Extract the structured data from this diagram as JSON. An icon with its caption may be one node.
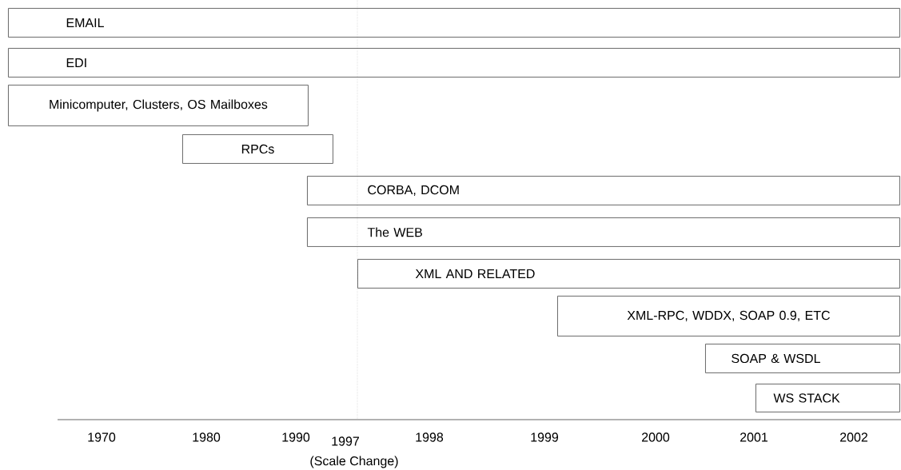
{
  "diagram": {
    "nodes": [
      {
        "text": [
          "EMAIL"
        ]
      },
      {
        "text": [
          "EDI"
        ]
      },
      {
        "text": [
          "Minicomputer, Clusters, OS Mailboxes"
        ]
      },
      {
        "text": [
          "RPCs"
        ]
      },
      {
        "text": [
          "CORBA, DCOM"
        ]
      },
      {
        "text": [
          "The WEB"
        ]
      },
      {
        "text": [
          "XML AND RELATED"
        ]
      },
      {
        "text": [
          "XML-RPC, WDDX, SOAP 0.9, ETC"
        ]
      },
      {
        "text": [
          "SOAP & WSDL"
        ]
      },
      {
        "text": [
          "WS STACK"
        ]
      }
    ],
    "labels": [
      "1970",
      "1980",
      "1990",
      "1997",
      "1998",
      "1999",
      "2000",
      "2001",
      "2002",
      "(Scale Change)"
    ]
  }
}
